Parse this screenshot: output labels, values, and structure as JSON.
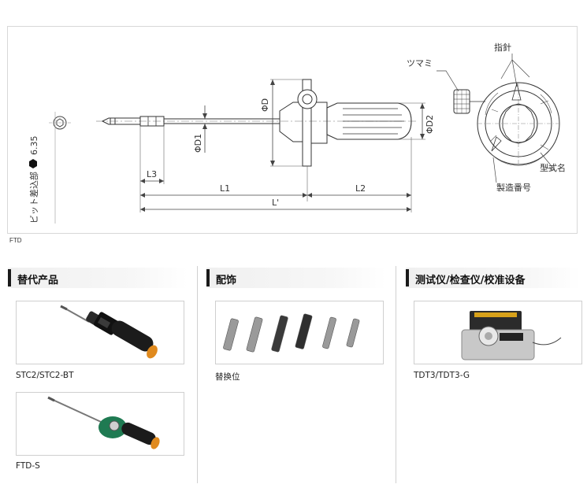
{
  "drawing": {
    "labels": {
      "bit_socket": "ビット差込部",
      "hex_size": "6.35",
      "pointer": "指針",
      "knob": "ツマミ",
      "model_name": "型式名",
      "serial_number": "製造番号",
      "phi_d": "ΦD",
      "phi_d1": "ΦD1",
      "phi_d2": "ΦD2",
      "l3": "L3",
      "l1": "L1",
      "l2": "L2",
      "l_prime": "L'"
    }
  },
  "model_code": "FTD",
  "sections": [
    {
      "title": "替代产品",
      "items": [
        {
          "label": "STC2/STC2-BT"
        },
        {
          "label": "FTD-S"
        }
      ]
    },
    {
      "title": "配饰",
      "items": [
        {
          "label": "替换位"
        }
      ]
    },
    {
      "title": "测试仪/检查仪/校准设备",
      "items": [
        {
          "label": "TDT3/TDT3-G"
        }
      ]
    }
  ]
}
